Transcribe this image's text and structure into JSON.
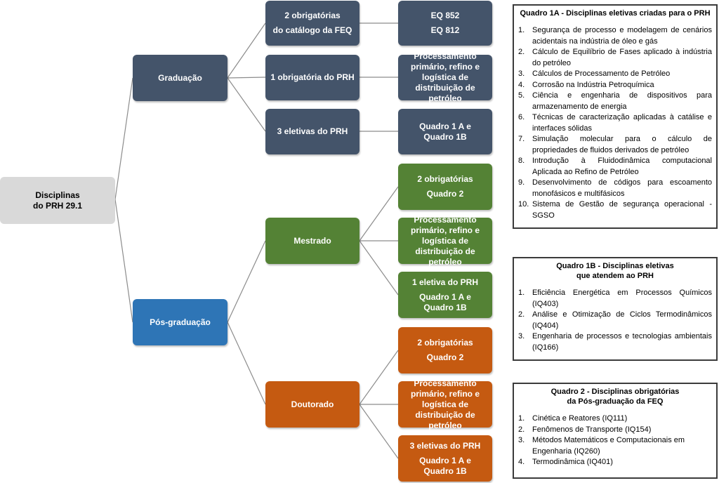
{
  "root": {
    "line1": "Disciplinas",
    "line2": "do PRH 29.1"
  },
  "graduacao": {
    "label": "Graduação",
    "req_catalog": {
      "line1": "2 obrigatórias",
      "line2": "do  catálogo da FEQ"
    },
    "courses": {
      "line1": "EQ 852",
      "line2": "EQ 812"
    },
    "req_prh": "1 obrigatória do PRH",
    "req_prh_course": "Processamento primário, refino e logística de distribuição de petróleo",
    "electives": "3 eletivas do PRH",
    "electives_ref": "Quadro 1 A e Quadro 1B"
  },
  "pos": {
    "label": "Pós-graduação"
  },
  "mestrado": {
    "label": "Mestrado",
    "req": {
      "line1": "2 obrigatórias",
      "line2": "Quadro 2"
    },
    "course": "Processamento primário, refino e logística de distribuição de petróleo",
    "elective": {
      "line1": "1 eletiva do PRH",
      "line2": "Quadro 1 A e Quadro 1B"
    }
  },
  "doutorado": {
    "label": "Doutorado",
    "req": {
      "line1": "2 obrigatórias",
      "line2": "Quadro 2"
    },
    "course": "Processamento primário, refino e logística de distribuição de petróleo",
    "elective": {
      "line1": "3 eletivas do PRH",
      "line2": "Quadro 1 A e Quadro 1B"
    }
  },
  "quadro1a": {
    "title": "Quadro 1A -  Disciplinas eletivas criadas para o PRH",
    "items": [
      "Segurança de processo e modelagem de cenários acidentais na indústria de óleo e gás",
      "Cálculo de Equilíbrio de Fases aplicado à indústria do petróleo",
      "Cálculos de Processamento de Petróleo",
      "Corrosão na Indústria Petroquímica",
      "Ciência e engenharia de dispositivos para armazenamento de energia",
      "Técnicas de caracterização aplicadas à catálise e interfaces sólidas",
      "Simulação molecular para o cálculo de propriedades de fluidos derivados de petróleo",
      "Introdução à Fluidodinâmica computacional Aplicada ao Refino de Petróleo",
      "Desenvolvimento de códigos para escoamento monofásicos e multifásicos",
      "Sistema de Gestão de segurança operacional - SGSO"
    ]
  },
  "quadro1b": {
    "title_line1": "Quadro 1B -  Disciplinas eletivas",
    "title_line2": "que atendem ao PRH",
    "items": [
      "Eficiência Energética em Processos Químicos (IQ403)",
      "Análise e Otimização de Ciclos Termodinâmicos (IQ404)",
      "Engenharia de processos e tecnologias ambientais (IQ166)"
    ]
  },
  "quadro2": {
    "title_line1": "Quadro 2 -  Disciplinas obrigatórias",
    "title_line2": "da Pós-graduação da FEQ",
    "items": [
      "Cinética e Reatores (IQ111)",
      "Fenômenos de Transporte (IQ154)",
      "Métodos Matemáticos e Computacionais em Engenharia (IQ260)",
      "Termodinâmica (IQ401)"
    ]
  },
  "colors": {
    "graduacao": "#44546a",
    "pos_graduacao": "#2e75b6",
    "mestrado": "#548235",
    "doutorado": "#c55a11",
    "root": "#d9d9d9",
    "connector": "#7f7f7f"
  }
}
